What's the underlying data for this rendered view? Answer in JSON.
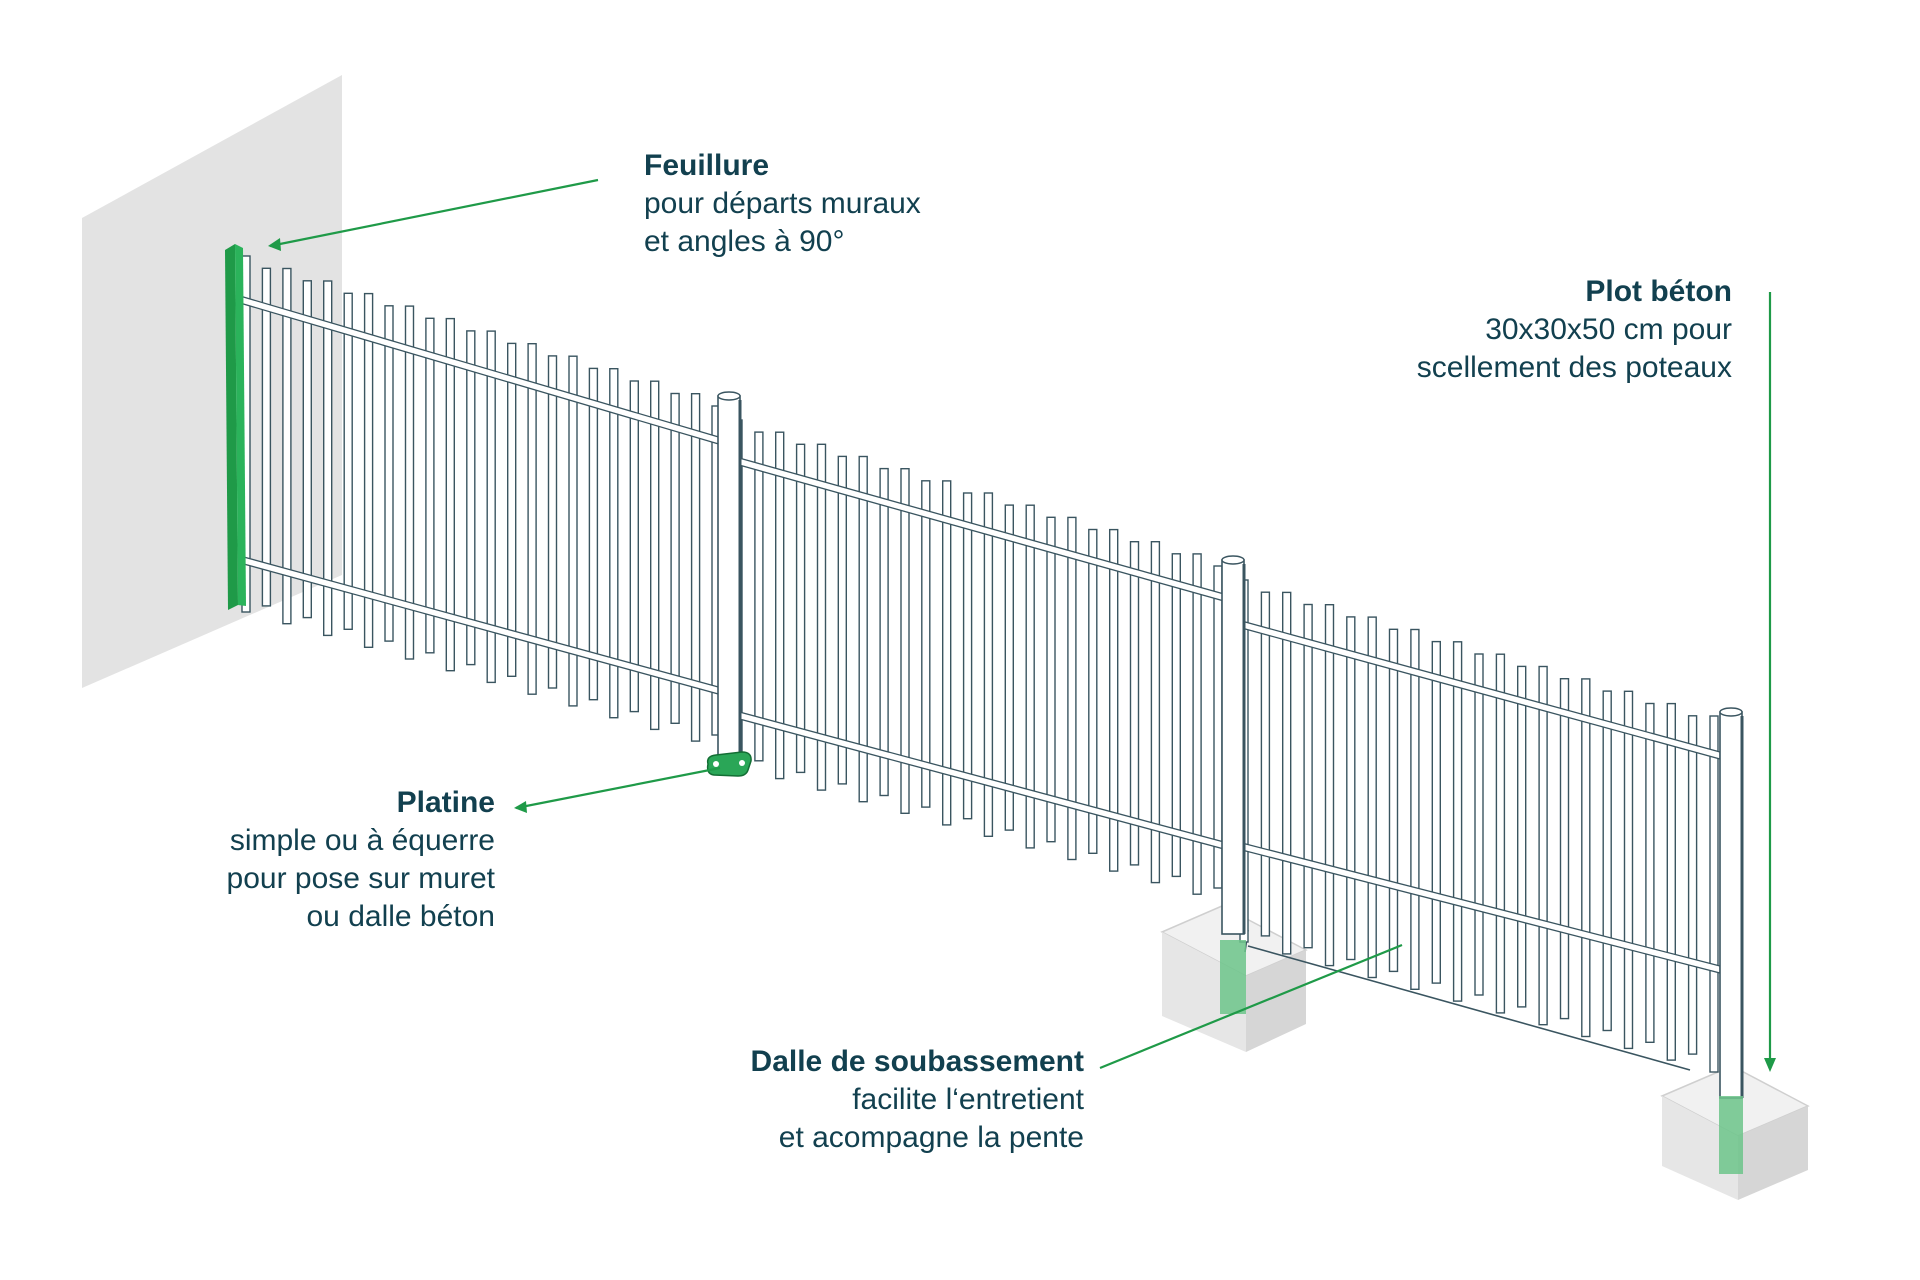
{
  "colors": {
    "accent_green": "#1f9a48",
    "post_green": "#2aa657",
    "text_dark": "#12404f",
    "outline": "#3a5560",
    "wall_grey": "#e3e3e3",
    "concrete_grey": "#e6e6e6",
    "concrete_dark": "#d2d2d2"
  },
  "callouts": {
    "feuillure": {
      "title": "Feuillure",
      "lines": [
        "pour départs muraux",
        "et angles à 90°"
      ]
    },
    "plot_beton": {
      "title": "Plot béton",
      "lines": [
        "30x30x50 cm pour",
        "scellement des poteaux"
      ]
    },
    "platine": {
      "title": "Platine",
      "lines": [
        "simple ou à équerre",
        "pour pose sur muret",
        "ou dalle béton"
      ]
    },
    "dalle": {
      "title": "Dalle de soubassement",
      "lines": [
        "facilite l‘entretient",
        "et acompagne la pente"
      ]
    }
  }
}
